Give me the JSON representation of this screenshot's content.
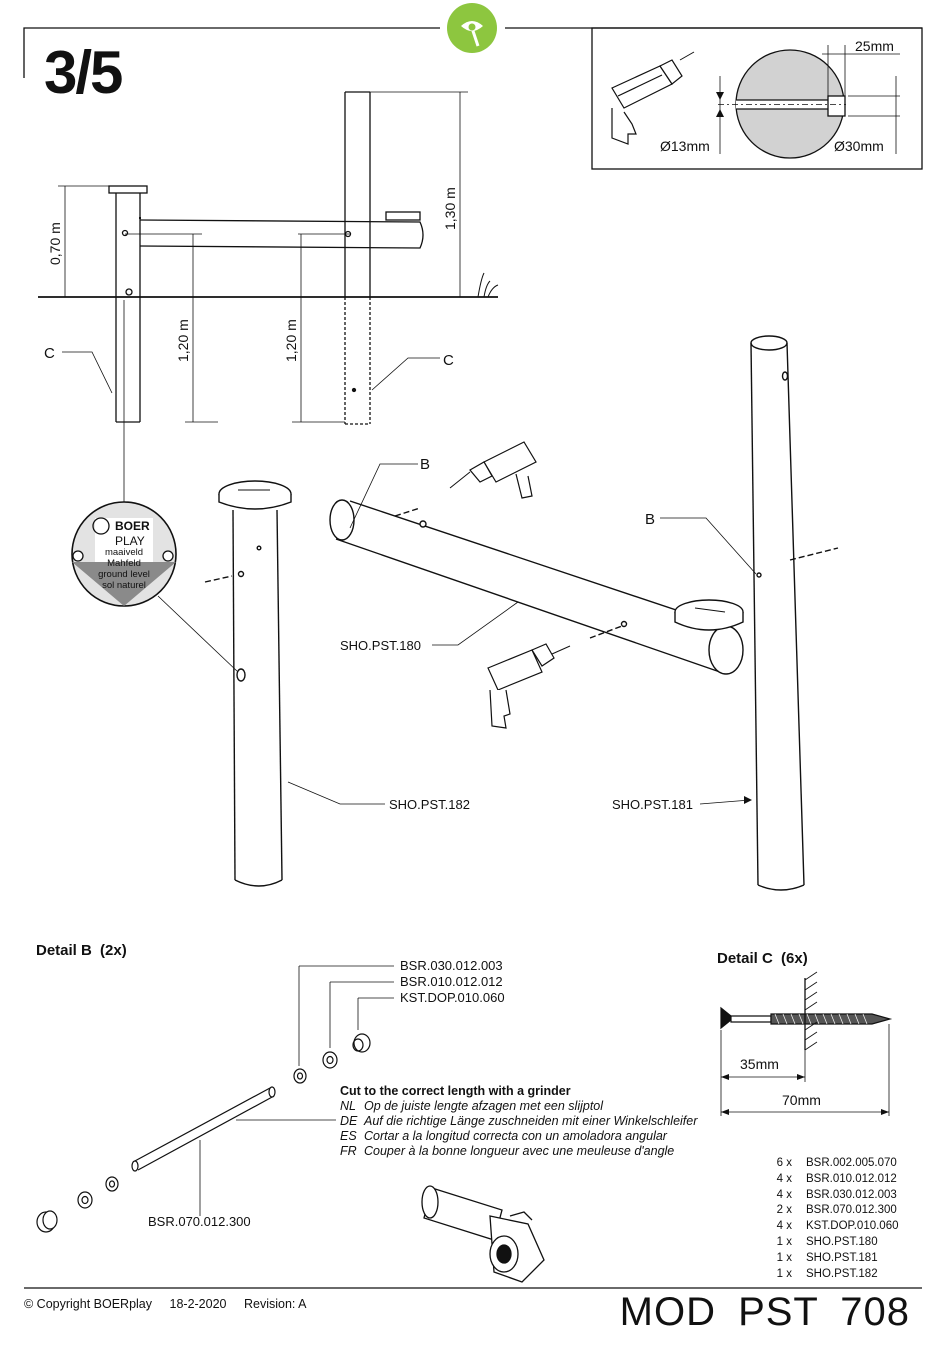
{
  "page": {
    "step": "3/5",
    "model": "MOD PST 708"
  },
  "drill_detail": {
    "hole_diameter": "Ø13mm",
    "depth": "25mm",
    "post_diameter": "Ø30mm"
  },
  "elevation": {
    "height_low": "0,70 m",
    "height_high": "1,30 m",
    "depth_left": "1,20 m",
    "depth_right": "1,20 m",
    "callout_left": "C",
    "callout_right": "C"
  },
  "ground_badge": {
    "brand_top": "BOER",
    "brand_bottom": "PLAY",
    "lines": [
      "maaiveld",
      "Mahfeld",
      "ground level",
      "sol naturel"
    ]
  },
  "assembly": {
    "callout_b_left": "B",
    "callout_b_right": "B",
    "part_beam": "SHO.PST.180",
    "part_post_left": "SHO.PST.182",
    "part_post_right": "SHO.PST.181"
  },
  "detail_b": {
    "title": "Detail B",
    "count": "(2x)",
    "parts": [
      "BSR.030.012.003",
      "BSR.010.012.012",
      "KST.DOP.010.060"
    ],
    "rod": "BSR.070.012.300"
  },
  "cut_instructions": {
    "heading": "Cut to the correct length with a grinder",
    "lines": [
      {
        "lang": "NL",
        "text": "Op de juiste lengte afzagen met een slijptol"
      },
      {
        "lang": "DE",
        "text": "Auf die richtige Länge zuschneiden mit einer Winkelschleifer"
      },
      {
        "lang": "ES",
        "text": "Cortar a la longitud correcta con un amoladora angular"
      },
      {
        "lang": "FR",
        "text": "Couper à la bonne longueur avec une meuleuse d'angle"
      }
    ]
  },
  "detail_c": {
    "title": "Detail C",
    "count": "(6x)",
    "dim_short": "35mm",
    "dim_long": "70mm"
  },
  "parts_list": [
    {
      "qty": "6",
      "x": "x",
      "code": "BSR.002.005.070"
    },
    {
      "qty": "4",
      "x": "x",
      "code": "BSR.010.012.012"
    },
    {
      "qty": "4",
      "x": "x",
      "code": "BSR.030.012.003"
    },
    {
      "qty": "2",
      "x": "x",
      "code": "BSR.070.012.300"
    },
    {
      "qty": "4",
      "x": "x",
      "code": "KST.DOP.010.060"
    },
    {
      "qty": "1",
      "x": "x",
      "code": "SHO.PST.180"
    },
    {
      "qty": "1",
      "x": "x",
      "code": "SHO.PST.181"
    },
    {
      "qty": "1",
      "x": "x",
      "code": "SHO.PST.182"
    }
  ],
  "footer": {
    "copyright": "© Copyright BOERplay",
    "date": "18-2-2020",
    "revision": "Revision: A"
  },
  "icons": [
    "boerplay-logo-icon",
    "drill-icon",
    "grinder-icon",
    "screw-icon"
  ]
}
